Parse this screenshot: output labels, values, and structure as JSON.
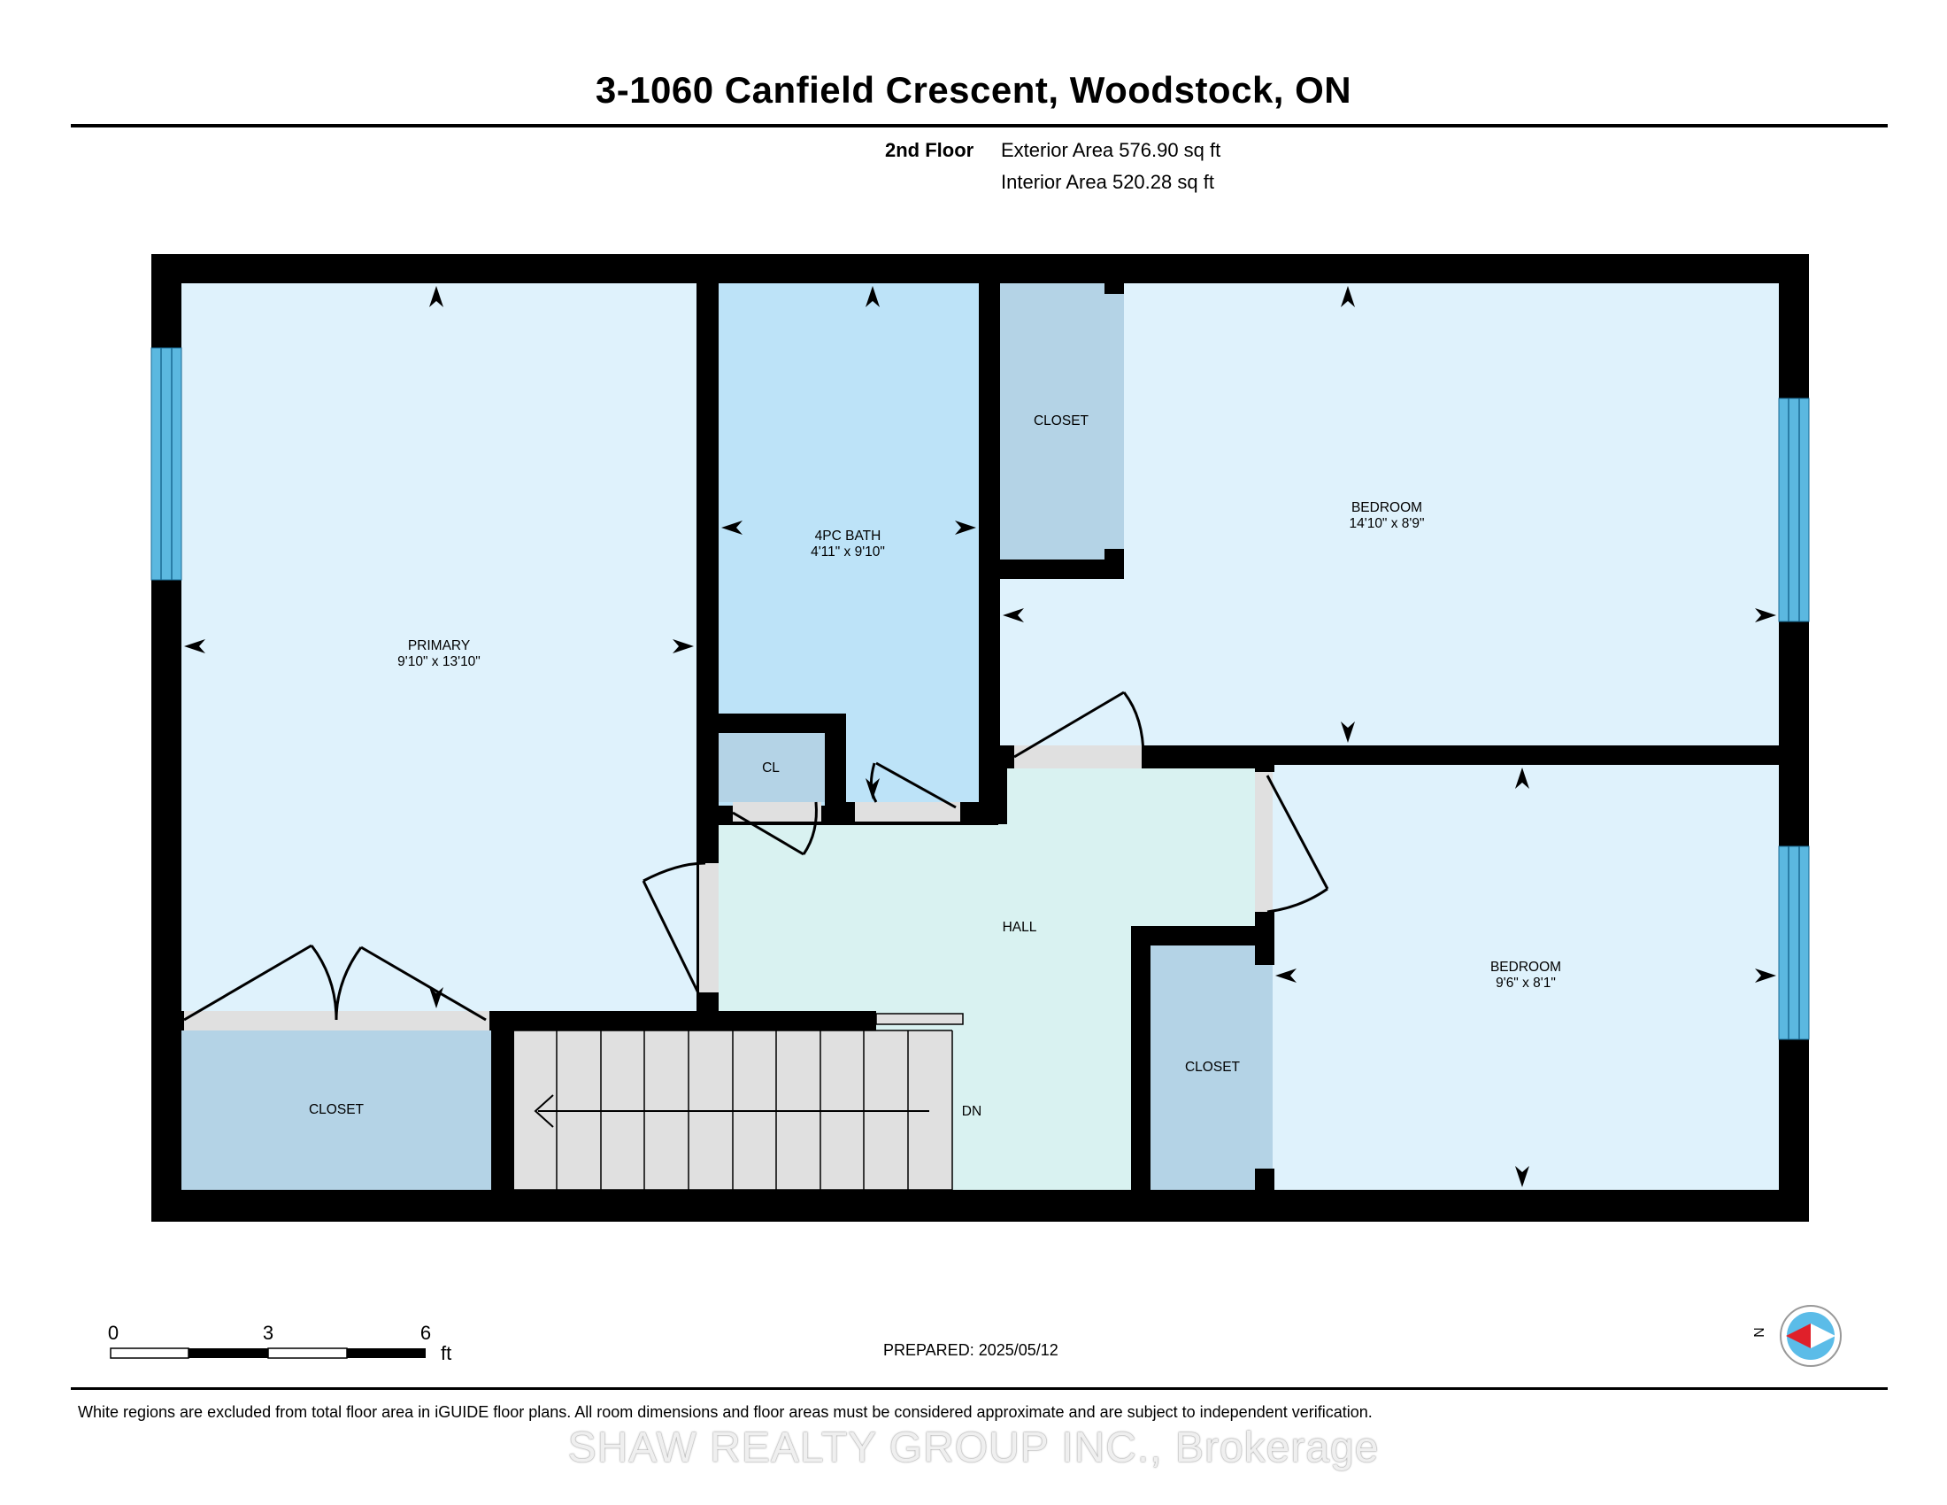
{
  "header": {
    "title": "3-1060 Canfield Crescent, Woodstock, ON",
    "floor_name": "2nd Floor",
    "exterior_area": "Exterior Area 576.90 sq ft",
    "interior_area": "Interior Area 520.28 sq ft"
  },
  "rooms": {
    "primary": {
      "name": "PRIMARY",
      "size": "9'10\" x 13'10\""
    },
    "bath": {
      "name": "4PC BATH",
      "size": "4'11\" x 9'10\""
    },
    "bedroom_1": {
      "name": "BEDROOM",
      "size": "14'10\" x 8'9\""
    },
    "bedroom_2": {
      "name": "BEDROOM",
      "size": "9'6\" x 8'1\""
    },
    "closet_top": "CLOSET",
    "closet_primary": "CLOSET",
    "closet_bedroom2": "CLOSET",
    "cl": "CL",
    "hall": "HALL",
    "stairs": "DN"
  },
  "footer": {
    "scale_ticks": [
      "0",
      "3",
      "6"
    ],
    "scale_unit": "ft",
    "prepared": "PREPARED: 2025/05/12",
    "compass_letter": "N",
    "disclaimer": "White regions are excluded from total floor area in iGUIDE floor plans. All room dimensions and floor areas must be considered approximate and are subject to independent verification.",
    "watermark": "SHAW REALTY GROUP INC., Brokerage"
  },
  "colors": {
    "room_fill": "#dff2fc",
    "bath_fill": "#bde3f8",
    "closet_fill": "#b4d3e6",
    "hall_fill": "#d9f2f1",
    "wall": "#000000",
    "window": "#5bb8e0",
    "door_gap": "#e0e0e0",
    "compass_red": "#e0202a",
    "compass_blue": "#5bbce8"
  }
}
